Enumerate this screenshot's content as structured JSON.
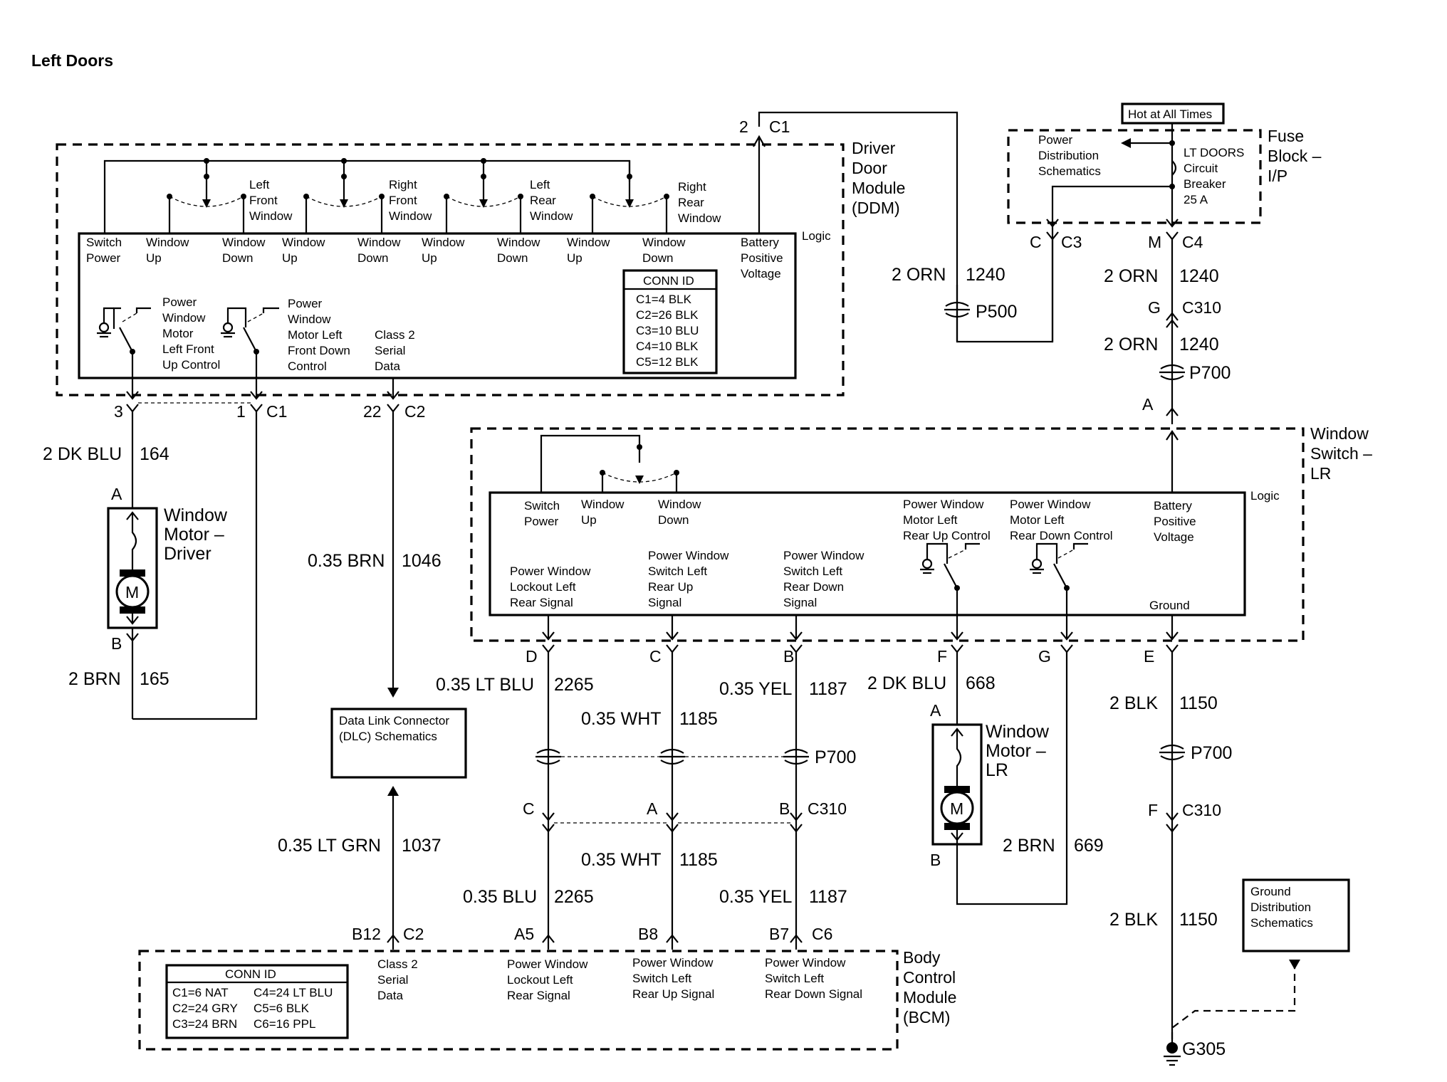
{
  "page_title": "Left Doors",
  "ddm": {
    "title_lines": [
      "Driver",
      "Door",
      "Module",
      "(DDM)"
    ],
    "logic": "Logic",
    "switch_labels": [
      [
        "Left",
        "Front",
        "Window"
      ],
      [
        "Right",
        "Front",
        "Window"
      ],
      [
        "Left",
        "Rear",
        "Window"
      ],
      [
        "Right",
        "Rear",
        "Window"
      ]
    ],
    "pin_labels": [
      [
        "Switch",
        "Power"
      ],
      [
        "Window",
        "Up"
      ],
      [
        "Window",
        "Down"
      ],
      [
        "Window",
        "Up"
      ],
      [
        "Window",
        "Down"
      ],
      [
        "Window",
        "Up"
      ],
      [
        "Window",
        "Down"
      ],
      [
        "Window",
        "Up"
      ],
      [
        "Window",
        "Down"
      ],
      [
        "Battery",
        "Positive",
        "Voltage"
      ]
    ],
    "conn_id_title": "CONN ID",
    "conn_ids": [
      "C1=4 BLK",
      "C2=26 BLK",
      "C3=10 BLU",
      "C4=10 BLK",
      "C5=12 BLK"
    ],
    "driver1_lines": [
      "Power",
      "Window",
      "Motor",
      "Left Front",
      "Up Control"
    ],
    "driver2_lines": [
      "Power",
      "Window",
      "Motor Left",
      "Front Down",
      "Control"
    ],
    "class2_lines": [
      "Class 2",
      "Serial",
      "Data"
    ],
    "top_pin": "2",
    "top_conn": "C1"
  },
  "fuse_block": {
    "hot_label": "Hot at All Times",
    "title_lines": [
      "Fuse",
      "Block –",
      "I/P"
    ],
    "pds_lines": [
      "Power",
      "Distribution",
      "Schematics"
    ],
    "breaker_lines": [
      "LT DOORS",
      "Circuit",
      "Breaker",
      "25 A"
    ],
    "c3_pin": "C",
    "c3_conn": "C3",
    "c4_pin": "M",
    "c4_conn": "C4"
  },
  "circuits": {
    "orn_left": {
      "wire": "2 ORN",
      "num": "1240",
      "splice": "P500"
    },
    "orn_right_1": {
      "wire": "2 ORN",
      "num": "1240"
    },
    "c310_top": {
      "pin": "G",
      "conn": "C310"
    },
    "orn_right_2": {
      "wire": "2 ORN",
      "num": "1240"
    },
    "p700_top": "P700",
    "switch_feed_pin": "A",
    "ddm_c1_pin3": "3",
    "ddm_c1_pin1": "1",
    "ddm_c1_label": "C1",
    "ddm_c2_pin": "22",
    "ddm_c2_label": "C2",
    "blu164": {
      "wire": "2 DK BLU",
      "num": "164"
    },
    "brn165": {
      "wire": "2 BRN",
      "num": "165"
    },
    "brn1046": {
      "wire": "0.35 BRN",
      "num": "1046"
    },
    "grn1037": {
      "wire": "0.35 LT GRN",
      "num": "1037"
    }
  },
  "motor_driver": {
    "title_lines": [
      "Window",
      "Motor –",
      "Driver"
    ],
    "pin_a": "A",
    "pin_b": "B",
    "m": "M"
  },
  "dlc": {
    "lines": [
      "Data Link Connector",
      "(DLC) Schematics"
    ]
  },
  "lr_switch": {
    "title_lines": [
      "Window",
      "Switch –",
      "LR"
    ],
    "logic": "Logic",
    "top_labels": [
      [
        "Switch",
        "Power"
      ],
      [
        "Window",
        "Up"
      ],
      [
        "Window",
        "Down"
      ]
    ],
    "pwm_up": [
      "Power Window",
      "Motor Left",
      "Rear Up Control"
    ],
    "pwm_down": [
      "Power Window",
      "Motor Left",
      "Rear Down Control"
    ],
    "battery": [
      "Battery",
      "Positive",
      "Voltage"
    ],
    "lockout": [
      "Power Window",
      "Lockout Left",
      "Rear Signal"
    ],
    "sw_up": [
      "Power Window",
      "Switch Left",
      "Rear Up",
      "Signal"
    ],
    "sw_down": [
      "Power Window",
      "Switch Left",
      "Rear Down",
      "Signal"
    ],
    "ground": "Ground",
    "pins": [
      "D",
      "C",
      "B",
      "F",
      "G",
      "E"
    ]
  },
  "lr_circuits": {
    "ltblu": {
      "wire": "0.35 LT BLU",
      "num": "2265"
    },
    "wht1": {
      "wire": "0.35 WHT",
      "num": "1185"
    },
    "yel1": {
      "wire": "0.35 YEL",
      "num": "1187"
    },
    "dkblu": {
      "wire": "2 DK BLU",
      "num": "668"
    },
    "blk1": {
      "wire": "2 BLK",
      "num": "1150"
    },
    "p700_mid": "P700",
    "p700_right": "P700",
    "c310_pins": [
      "C",
      "A",
      "B"
    ],
    "c310_label": "C310",
    "c310_right": {
      "pin": "F",
      "conn": "C310"
    },
    "wht2": {
      "wire": "0.35 WHT",
      "num": "1185"
    },
    "blu2": {
      "wire": "0.35 BLU",
      "num": "2265"
    },
    "yel2": {
      "wire": "0.35 YEL",
      "num": "1187"
    },
    "brn669": {
      "wire": "2 BRN",
      "num": "669"
    },
    "blk2": {
      "wire": "2 BLK",
      "num": "1150"
    },
    "ground_point": "G305"
  },
  "motor_lr": {
    "title_lines": [
      "Window",
      "Motor –",
      "LR"
    ],
    "pin_a": "A",
    "pin_b": "B",
    "m": "M"
  },
  "ground_dist": {
    "lines": [
      "Ground",
      "Distribution",
      "Schematics"
    ]
  },
  "bcm": {
    "title_lines": [
      "Body",
      "Control",
      "Module",
      "(BCM)"
    ],
    "pins": [
      {
        "pin": "B12",
        "conn": "C2"
      },
      {
        "pin": "A5",
        "conn": ""
      },
      {
        "pin": "B8",
        "conn": ""
      },
      {
        "pin": "B7",
        "conn": "C6"
      }
    ],
    "conn_id_title": "CONN ID",
    "conn_ids_left": [
      "C1=6 NAT",
      "C2=24 GRY",
      "C3=24 BRN"
    ],
    "conn_ids_right": [
      "C4=24 LT BLU",
      "C5=6 BLK",
      "C6=16 PPL"
    ],
    "class2_lines": [
      "Class 2",
      "Serial",
      "Data"
    ],
    "lockout_lines": [
      "Power Window",
      "Lockout Left",
      "Rear Signal"
    ],
    "up_lines": [
      "Power Window",
      "Switch Left",
      "Rear Up Signal"
    ],
    "down_lines": [
      "Power Window",
      "Switch Left",
      "Rear Down Signal"
    ]
  }
}
